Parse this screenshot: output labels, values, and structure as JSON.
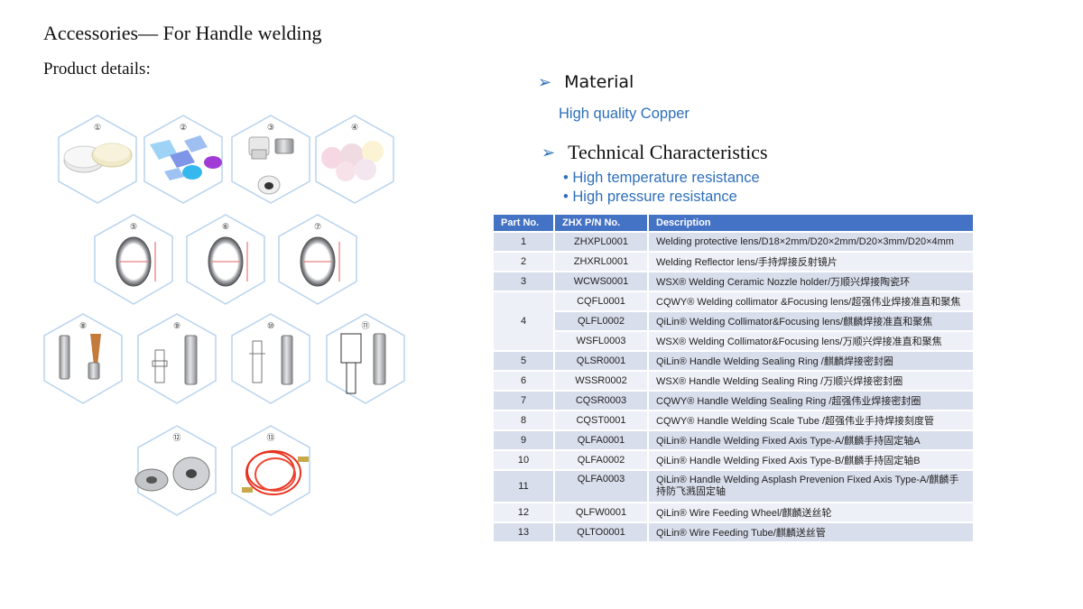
{
  "header": {
    "title": "Accessories— For Handle welding",
    "subtitle": "Product details:"
  },
  "gallery": {
    "numbers": [
      "①",
      "②",
      "③",
      "④",
      "⑤",
      "⑥",
      "⑦",
      "⑧",
      "⑨",
      "⑩",
      "⑪",
      "⑫",
      "⑬"
    ],
    "accent": "#b8d3ee"
  },
  "material": {
    "heading": "Material",
    "value": "High quality Copper"
  },
  "technical": {
    "heading": "Technical Characteristics",
    "items": [
      "• High temperature resistance",
      "• High pressure resistance"
    ]
  },
  "table": {
    "headers": [
      "Part No.",
      "ZHX P/N No.",
      "Description"
    ],
    "rows": [
      {
        "part": "1",
        "pn": "ZHXPL0001",
        "desc": "Welding protective lens/D18×2mm/D20×2mm/D20×3mm/D20×4mm"
      },
      {
        "part": "2",
        "pn": "ZHXRL0001",
        "desc": "Welding Reflector lens/手持焊接反射镜片"
      },
      {
        "part": "3",
        "pn": "WCWS0001",
        "desc": "WSX® Welding Ceramic Nozzle holder/万顺兴焊接陶瓷环"
      },
      {
        "part": "4",
        "pn": "CQFL0001",
        "desc": "CQWY® Welding collimator &Focusing lens/超强伟业焊接准直和聚焦"
      },
      {
        "part": "",
        "pn": "QLFL0002",
        "desc": "QiLin® Welding Collimator&Focusing lens/麒麟焊接准直和聚焦"
      },
      {
        "part": "",
        "pn": "WSFL0003",
        "desc": "WSX® Welding Collimator&Focusing lens/万顺兴焊接准直和聚焦"
      },
      {
        "part": "5",
        "pn": "QLSR0001",
        "desc": "QiLin® Handle Welding Sealing Ring /麒麟焊接密封圈"
      },
      {
        "part": "6",
        "pn": "WSSR0002",
        "desc": "WSX® Handle Welding Sealing Ring /万顺兴焊接密封圈"
      },
      {
        "part": "7",
        "pn": "CQSR0003",
        "desc": "CQWY® Handle Welding Sealing Ring /超强伟业焊接密封圈"
      },
      {
        "part": "8",
        "pn": "CQST0001",
        "desc": "CQWY® Handle Welding Scale Tube /超强伟业手持焊接刻度管"
      },
      {
        "part": "9",
        "pn": "QLFA0001",
        "desc": "QiLin® Handle Welding Fixed Axis Type-A/麒麟手持固定轴A"
      },
      {
        "part": "10",
        "pn": "QLFA0002",
        "desc": "QiLin® Handle Welding Fixed Axis Type-B/麒麟手持固定轴B"
      },
      {
        "part": "11",
        "pn": "QLFA0003",
        "desc": "QiLin® Handle Welding Asplash Prevenion Fixed Axis Type-A/麒麟手持防飞溅固定轴"
      },
      {
        "part": "12",
        "pn": "QLFW0001",
        "desc": "QiLin® Wire Feeding Wheel/麒麟送丝轮"
      },
      {
        "part": "13",
        "pn": "QLTO0001",
        "desc": "QiLin® Wire Feeding Tube/麒麟送丝管"
      }
    ]
  }
}
